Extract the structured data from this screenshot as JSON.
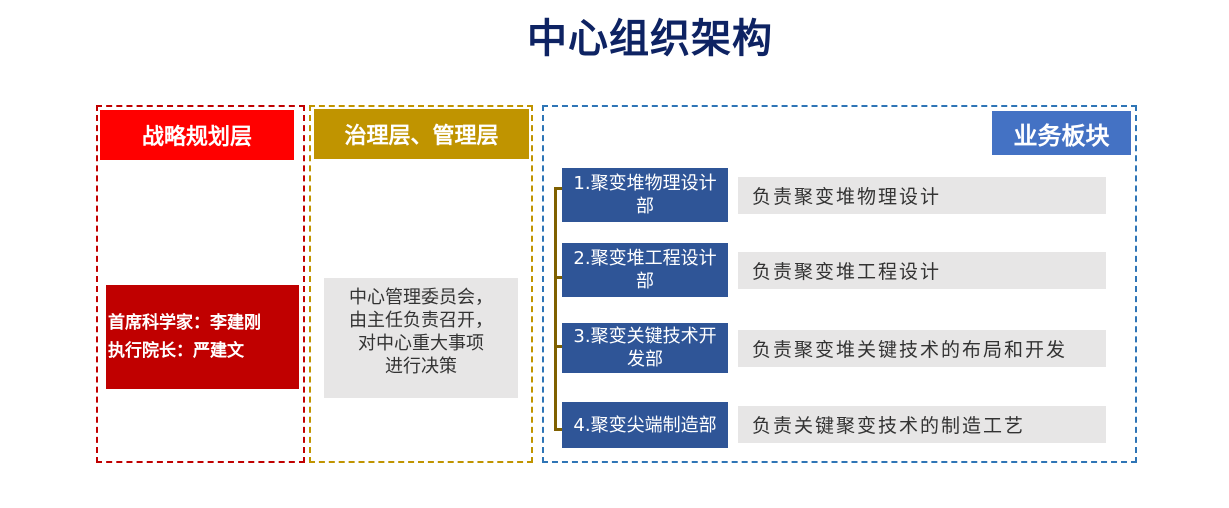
{
  "title": "中心组织架构",
  "panels": {
    "strategy": {
      "header": "战略规划层",
      "leaders": [
        "首席科学家：李建刚",
        "执行院长：严建文"
      ]
    },
    "governance": {
      "header": "治理层、管理层",
      "description_lines": [
        "中心管理委员会，",
        "由主任负责召开，",
        "对中心重大事项",
        "进行决策"
      ]
    },
    "business": {
      "header": "业务板块",
      "departments": [
        {
          "name": "1.聚变堆物理设计部",
          "description": "负责聚变堆物理设计"
        },
        {
          "name": "2.聚变堆工程设计部",
          "description": "负责聚变堆工程设计"
        },
        {
          "name": "3.聚变关键技术开发部",
          "description": "负责聚变堆关键技术的布局和开发"
        },
        {
          "name": "4.聚变尖端制造部",
          "description": "负责关键聚变技术的制造工艺"
        }
      ]
    }
  },
  "colors": {
    "title": "#0e2363",
    "strategy": "#ff0000",
    "strategy_dark": "#c00000",
    "governance": "#c09400",
    "business_header": "#4472c4",
    "department": "#2f5597",
    "connector": "#7f6000",
    "description_bg": "#e7e6e6"
  }
}
